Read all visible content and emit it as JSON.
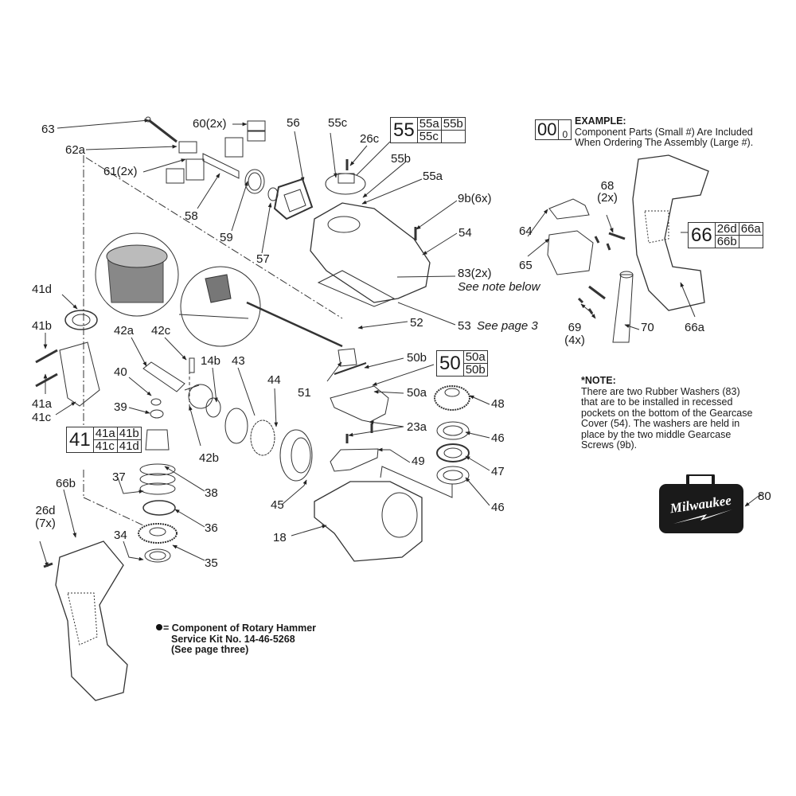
{
  "page": {
    "title": "Rotary Hammer Exploded Parts Diagram"
  },
  "brand": {
    "name": "Milwaukee",
    "case_color": "#1a1a1a",
    "line_color": "#333333"
  },
  "labels": {
    "p63": "63",
    "p62a": "62a",
    "p60": "60(2x)",
    "p61": "61(2x)",
    "p58": "58",
    "p59": "59",
    "p57": "57",
    "p56": "56",
    "p55c": "55c",
    "p26c": "26c",
    "p55b": "55b",
    "p55a": "55a",
    "p9b": "9b(6x)",
    "p54": "54",
    "p83": "83(2x)",
    "p83_note": "See note below",
    "p53": "53",
    "p53_note": "See page 3",
    "p52": "52",
    "p41d": "41d",
    "p41b": "41b",
    "p41a": "41a",
    "p41c": "41c",
    "p42a": "42a",
    "p42c": "42c",
    "p14b": "14b",
    "p43": "43",
    "p40": "40",
    "p39": "39",
    "p42b": "42b",
    "p44": "44",
    "p51": "51",
    "p50b": "50b",
    "p50a": "50a",
    "p48": "48",
    "p23a": "23a",
    "p46a": "46",
    "p49": "49",
    "p47": "47",
    "p46b": "46",
    "p38": "38",
    "p37": "37",
    "p36": "36",
    "p45": "45",
    "p35": "35",
    "p34": "34",
    "p18": "18",
    "p66b": "66b",
    "p26d": "26d",
    "p26d_qty": "(7x)",
    "p64": "64",
    "p65": "65",
    "p68": "68",
    "p68_qty": "(2x)",
    "p69": "69",
    "p69_qty": "(4x)",
    "p70": "70",
    "p66a": "66a",
    "p80": "80"
  },
  "assemblies": {
    "a55": {
      "main": "55",
      "parts": [
        "55a",
        "55b",
        "55c",
        ""
      ]
    },
    "a41": {
      "main": "41",
      "parts": [
        "41a",
        "41b",
        "41c",
        "41d"
      ]
    },
    "a50": {
      "main": "50",
      "parts": [
        "50a",
        "50b"
      ]
    },
    "a66": {
      "main": "66",
      "parts": [
        "26d",
        "66a",
        "66b",
        ""
      ]
    }
  },
  "example": {
    "big": "00",
    "small": "0",
    "heading": "EXAMPLE:",
    "line1": "Component Parts (Small #) Are Included",
    "line2": "When Ordering The Assembly (Large #)."
  },
  "note": {
    "heading": "*NOTE:",
    "lines": [
      "There are two Rubber Washers (83)",
      "that are to be installed in recessed",
      "pockets on the bottom of the Gearcase",
      "Cover (54). The washers are held in",
      "place by the two middle Gearcase",
      "Screws (9b)."
    ]
  },
  "kit_note": {
    "symbol": "●=",
    "line1": "Component of Rotary Hammer",
    "line2": "Service Kit No. 14-46-5268",
    "line3": "(See page three)"
  },
  "case": {
    "logo_text": "Milwaukee"
  }
}
